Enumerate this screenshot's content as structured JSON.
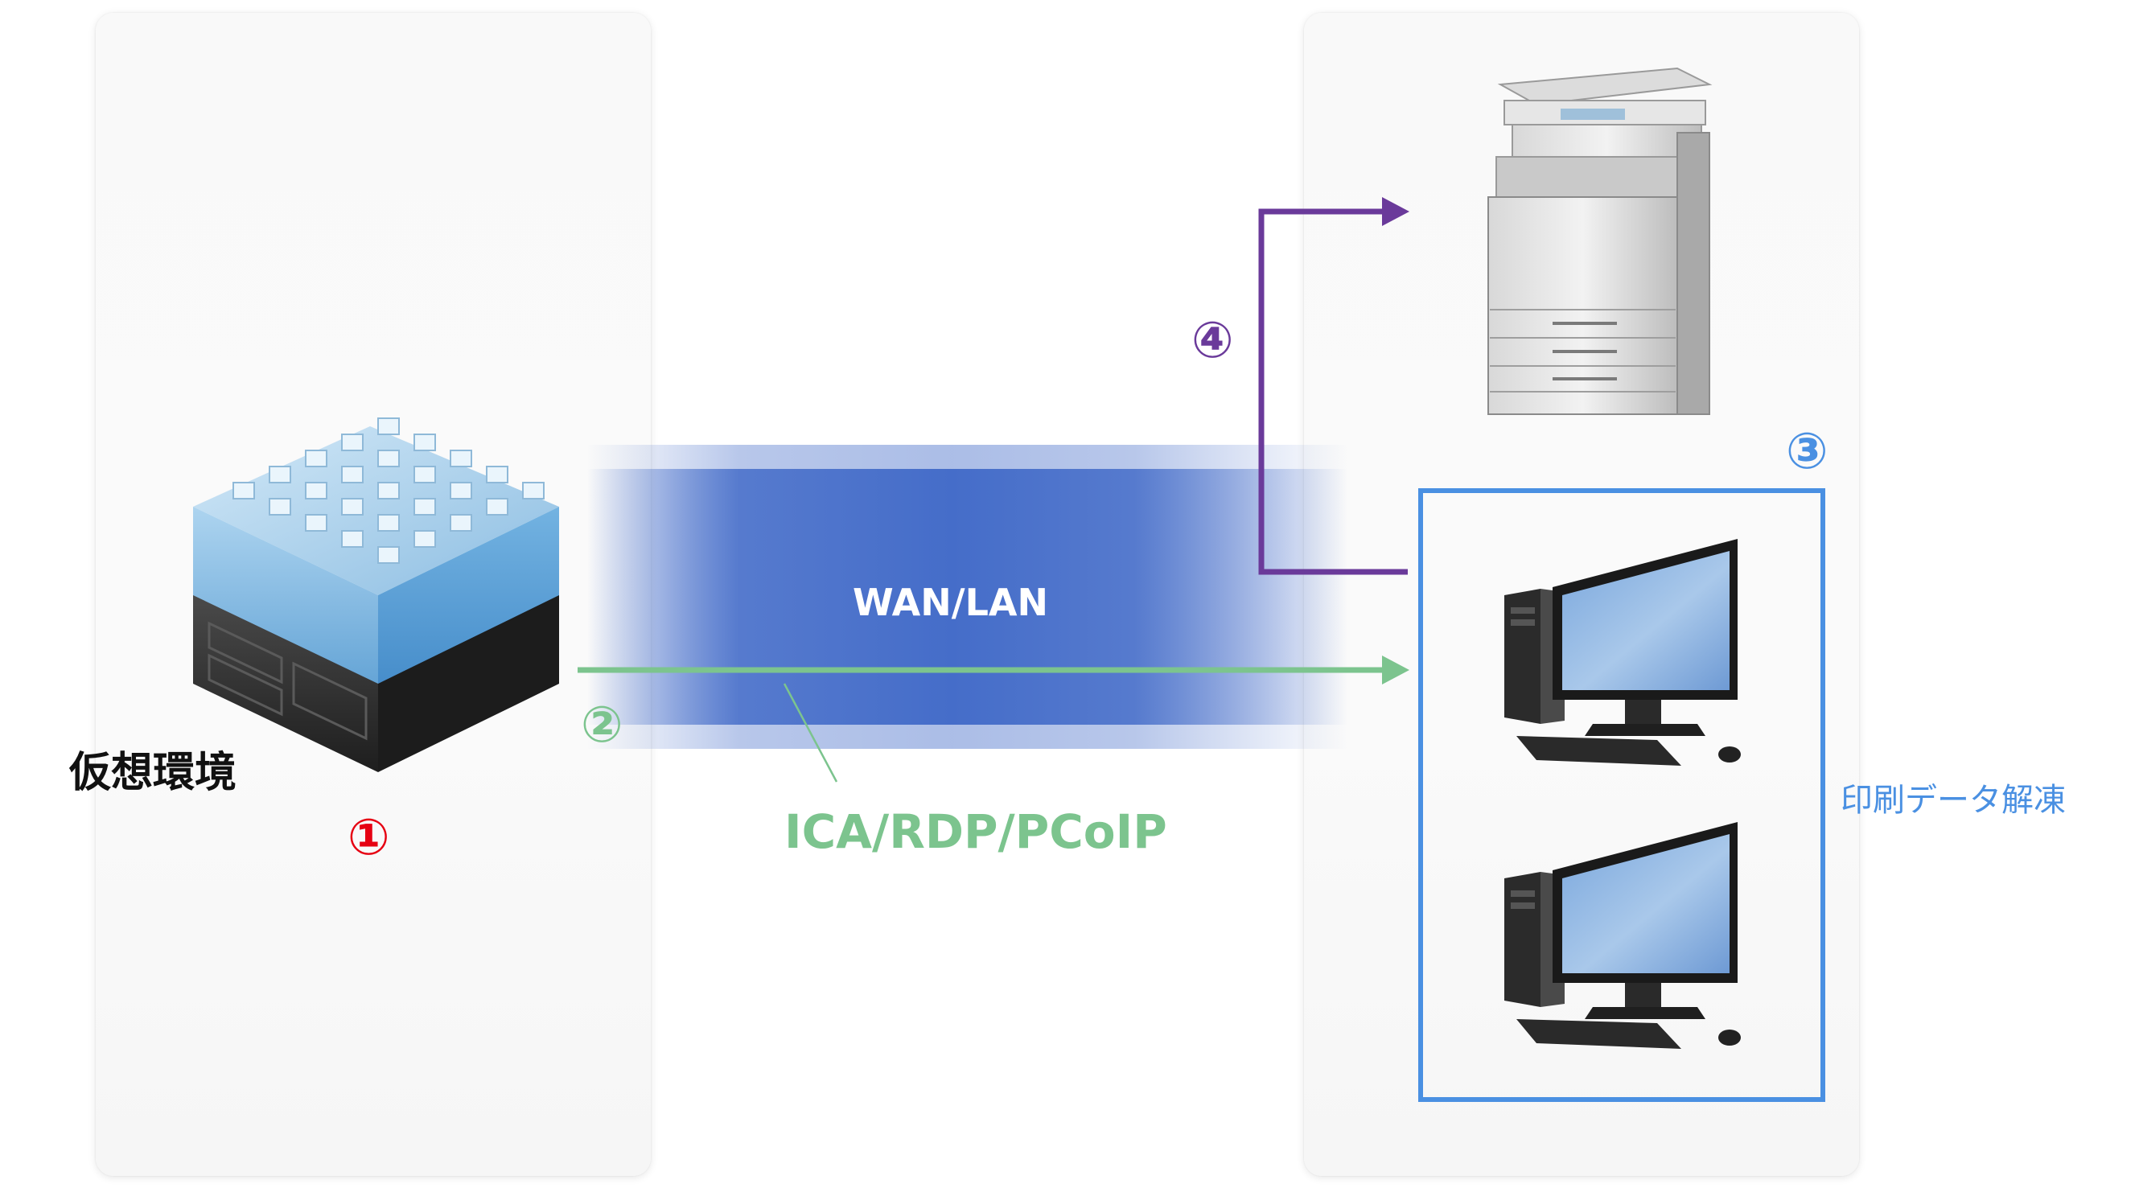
{
  "labels": {
    "network": "WAN/LAN",
    "protocol": "ICA/RDP/PCoIP",
    "virtual_env": "仮想環境",
    "decompress": "印刷データ解凍"
  },
  "steps": [
    "①",
    "②",
    "③",
    "④"
  ],
  "colors": {
    "step1": "#e60012",
    "protocol": "#7cc48e",
    "client": "#4a90e2",
    "print": "#6a3a9a",
    "network_band": "#456dc9"
  },
  "icons": [
    "server-icon",
    "printer-icon",
    "desktop-pc-icon"
  ]
}
